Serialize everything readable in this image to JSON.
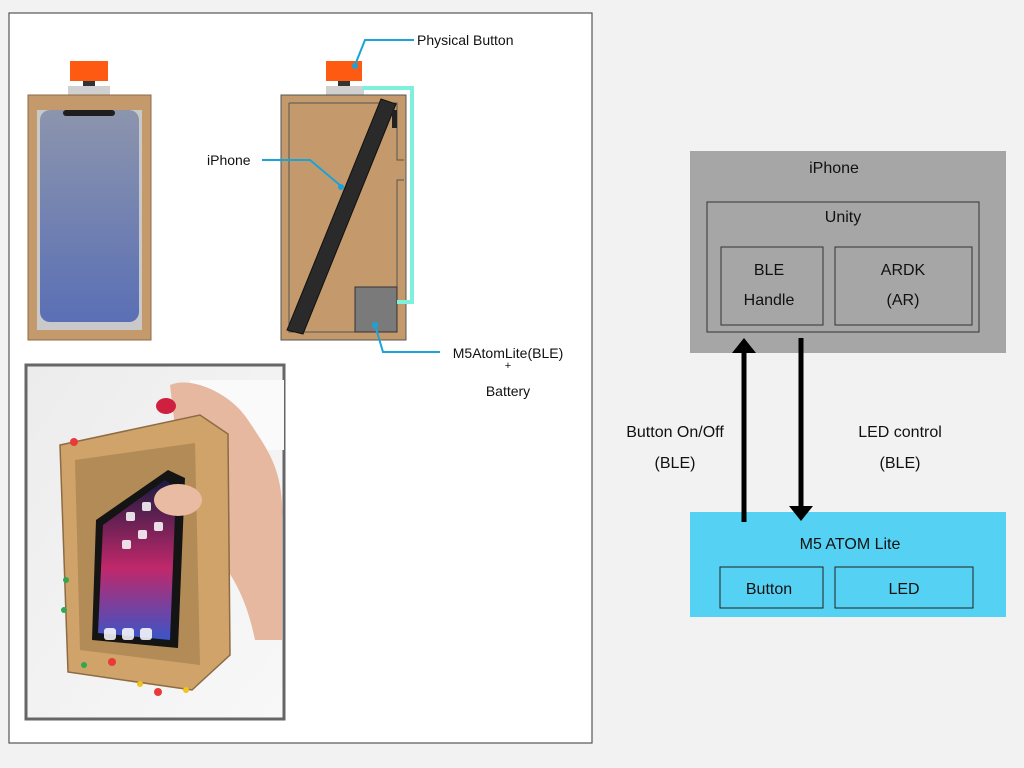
{
  "hardware": {
    "physical_button_label": "Physical Button",
    "iphone_label": "iPhone",
    "m5_label": "M5AtomLite(BLE)",
    "plus_label": "+",
    "battery_label": "Battery"
  },
  "architecture": {
    "iphone_box": {
      "title": "iPhone",
      "color": "#a6a6a6"
    },
    "unity_box": {
      "title": "Unity"
    },
    "ble_handle": {
      "line1": "BLE",
      "line2": "Handle"
    },
    "ardk": {
      "line1": "ARDK",
      "line2": "(AR)"
    },
    "m5_box": {
      "title": "M5 ATOM Lite",
      "color": "#55d2f3"
    },
    "button_box": {
      "label": "Button"
    },
    "led_box": {
      "label": "LED"
    },
    "arrow_up": {
      "line1": "Button On/Off",
      "line2": "(BLE)"
    },
    "arrow_down": {
      "line1": "LED control",
      "line2": "(BLE)"
    }
  },
  "colors": {
    "cardboard": "#c49a6c",
    "button_orange": "#ff5a12",
    "callout_blue": "#1aa3d9",
    "wire_cyan": "#7ff0dc"
  }
}
